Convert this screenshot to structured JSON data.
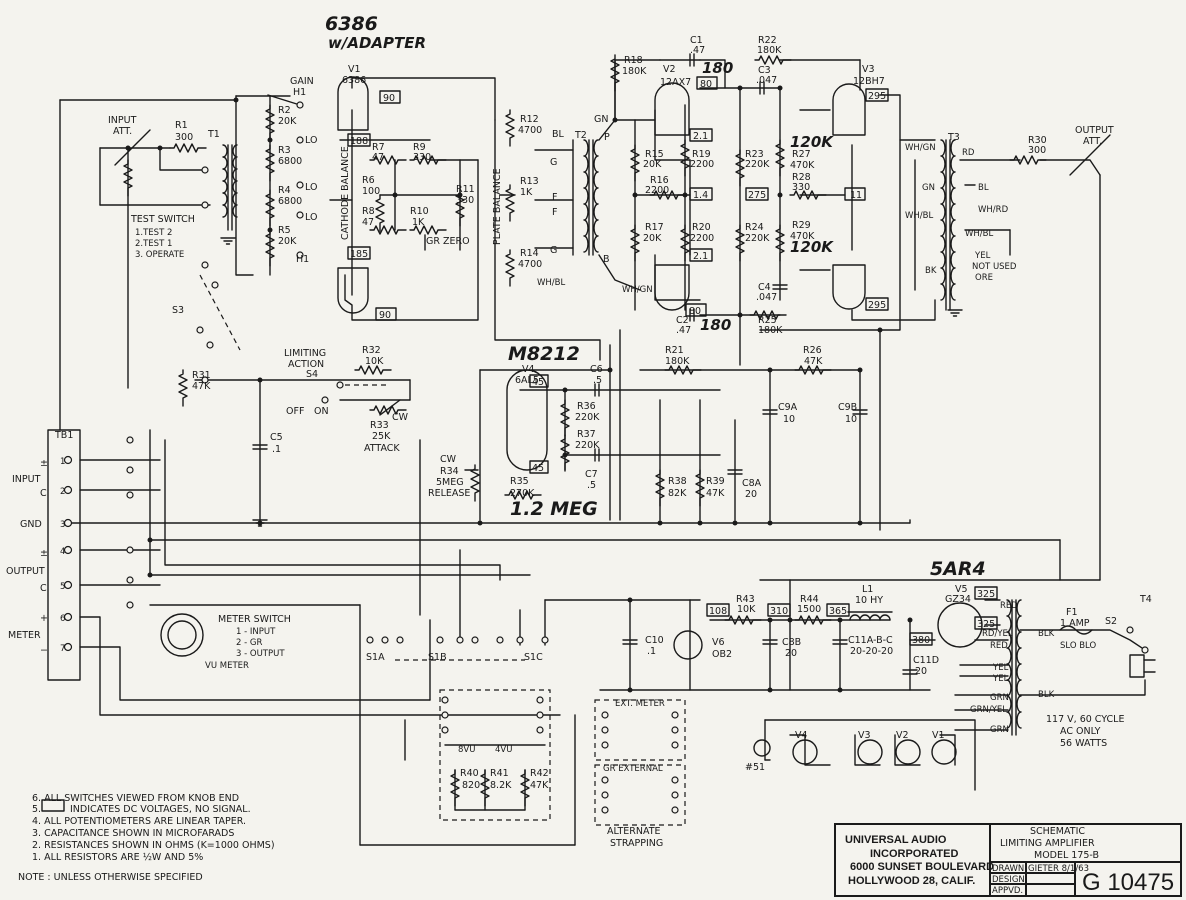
{
  "handwritten": {
    "v1_tube": "6386",
    "v1_adapter": "w/ADAPTER",
    "v2_voltage": "180",
    "v4_tube": "M8212",
    "r35_value": "1.2 MEG",
    "v5_tube": "5AR4",
    "r27_value": "120K",
    "r29_value": "120K",
    "c2_voltage": "180"
  },
  "tubes": {
    "v1": {
      "ref": "V1",
      "type": "6386"
    },
    "v2": {
      "ref": "V2",
      "type": "12AX7"
    },
    "v3": {
      "ref": "V3",
      "type": "12BH7"
    },
    "v4": {
      "ref": "V4",
      "type": "6AL5"
    },
    "v5": {
      "ref": "V5",
      "type": "GZ34"
    },
    "v6": {
      "ref": "V6",
      "type": "OB2"
    }
  },
  "resistors": {
    "r1": [
      "R1",
      "300"
    ],
    "r2": [
      "R2",
      "20K"
    ],
    "r3": [
      "R3",
      "6800"
    ],
    "r4": [
      "R4",
      "6800"
    ],
    "r5": [
      "R5",
      "20K"
    ],
    "r6": [
      "R6",
      "100"
    ],
    "r7": [
      "R7",
      "47"
    ],
    "r8": [
      "R8",
      "47"
    ],
    "r9": [
      "R9",
      "330"
    ],
    "r10": [
      "R10",
      "1K"
    ],
    "r11": [
      "R11",
      "330"
    ],
    "r12": [
      "R12",
      "4700"
    ],
    "r13": [
      "R13",
      "1K"
    ],
    "r14": [
      "R14",
      "4700"
    ],
    "r15": [
      "R15",
      "20K"
    ],
    "r16": [
      "R16",
      "2200"
    ],
    "r17": [
      "R17",
      "20K"
    ],
    "r18": [
      "R18",
      "180K"
    ],
    "r19": [
      "R19",
      "2200"
    ],
    "r20": [
      "R20",
      "2200"
    ],
    "r21": [
      "R21",
      "180K"
    ],
    "r22": [
      "R22",
      "180K"
    ],
    "r23": [
      "R23",
      "220K"
    ],
    "r24": [
      "R24",
      "220K"
    ],
    "r25": [
      "R25",
      "180K"
    ],
    "r26": [
      "R26",
      "47K"
    ],
    "r27": [
      "R27",
      "470K"
    ],
    "r28": [
      "R28",
      "330"
    ],
    "r29": [
      "R29",
      "470K"
    ],
    "r30": [
      "R30",
      "300"
    ],
    "r31": [
      "R31",
      "47K"
    ],
    "r32": [
      "R32",
      "10K"
    ],
    "r33": [
      "R33",
      "25K"
    ],
    "r34": [
      "R34",
      "5MEG"
    ],
    "r35": [
      "R35",
      "270K"
    ],
    "r36": [
      "R36",
      "220K"
    ],
    "r37": [
      "R37",
      "220K"
    ],
    "r38": [
      "R38",
      "82K"
    ],
    "r39": [
      "R39",
      "47K"
    ],
    "r40": [
      "R40",
      "820"
    ],
    "r41": [
      "R41",
      "8.2K"
    ],
    "r42": [
      "R42",
      "47K"
    ],
    "r43": [
      "R43",
      "10K"
    ],
    "r44": [
      "R44",
      "1500"
    ]
  },
  "capacitors": {
    "c1": [
      "C1",
      ".47"
    ],
    "c2": [
      "C2",
      ".47"
    ],
    "c3": [
      "C3",
      ".047"
    ],
    "c4": [
      "C4",
      ".047"
    ],
    "c5": [
      "C5",
      ".1"
    ],
    "c6": [
      "C6",
      ".5"
    ],
    "c7": [
      "C7",
      ".5"
    ],
    "c8a": [
      "C8A",
      "20"
    ],
    "c8b": [
      "C8B",
      "20"
    ],
    "c9a": [
      "C9A",
      "10"
    ],
    "c9b": [
      "C9B",
      "10"
    ],
    "c10": [
      "C10",
      ".1"
    ],
    "c11": [
      "C11A-B-C",
      "20-20-20"
    ],
    "c11d": [
      "C11D",
      "20"
    ]
  },
  "voltages": [
    "90",
    "188",
    "185",
    "90",
    "80",
    "2.1",
    "1.4",
    "2.1",
    "80",
    "275",
    "295",
    "11",
    "295",
    "45",
    "45",
    "108",
    "310",
    "365",
    "380",
    "325",
    "325"
  ],
  "labels": {
    "gain": "GAIN",
    "h1": "H1",
    "lo": "LO",
    "input_att": "INPUT",
    "att": "ATT.",
    "cathode_balance": "CATHODE BALANCE",
    "plate_balance": "PLATE BALANCE",
    "gr_zero": "GR ZERO",
    "test_switch": "TEST SWITCH",
    "test_1": "1.TEST 2",
    "test_2": "2.TEST 1",
    "test_3": "3. OPERATE",
    "s3": "S3",
    "limiting": "LIMITING",
    "action": "ACTION",
    "s4": "S4",
    "off": "OFF",
    "on": "ON",
    "cw": "CW",
    "attack": "ATTACK",
    "release": "RELEASE",
    "output_att": "OUTPUT",
    "t1": "T1",
    "t2": "T2",
    "t3": "T3",
    "t4": "T4",
    "bl": "BL",
    "g": "G",
    "f": "F",
    "p": "P",
    "b": "B",
    "gn": "GN",
    "whbl": "WH/BL",
    "whgn": "WH/GN",
    "rd": "RD",
    "whrd": "WH/RD",
    "bk": "BK",
    "yel": "YEL",
    "not_used": "NOT USED",
    "ore": "ORE",
    "l1": "L1",
    "l1_val": "10 HY",
    "f1": "F1",
    "f1_val": "1 AMP",
    "f1_type": "SLO BLO",
    "s2": "S2",
    "red": "RED",
    "rdyel": "RD/YEL",
    "grn": "GRN",
    "grnyel": "GRN/YEL",
    "blk": "BLK",
    "power1": "117 V, 60 CYCLE",
    "power2": "AC ONLY",
    "power3": "56 WATTS",
    "lamp": "#51"
  },
  "terminal_block": {
    "name": "TB1",
    "rows": [
      {
        "num": "1",
        "sym": "±"
      },
      {
        "num": "2",
        "sym": "C"
      },
      {
        "num": "3",
        "sym": ""
      },
      {
        "num": "4",
        "sym": "±"
      },
      {
        "num": "5",
        "sym": "C"
      },
      {
        "num": "6",
        "sym": "+"
      },
      {
        "num": "7",
        "sym": "−"
      }
    ],
    "input": "INPUT",
    "gnd": "GND",
    "output": "OUTPUT",
    "meter": "METER"
  },
  "meter_switch": {
    "title": "METER SWITCH",
    "opt1": "1 - INPUT",
    "opt2": "2 - GR",
    "opt3": "3 - OUTPUT",
    "meter": "VU METER",
    "s1a": "S1A",
    "s1b": "S1B",
    "s1c": "S1C",
    "vu8": "8VU",
    "vu4": "4VU"
  },
  "strapping": {
    "ext_meter": "EXT. METER",
    "gr_external": "GR EXTERNAL",
    "line1": "ALTERNATE",
    "line2": "STRAPPING"
  },
  "notes": {
    "n6": "6. ALL SWITCHES VIEWED FROM KNOB END",
    "n5": "INDICATES DC VOLTAGES, NO SIGNAL.",
    "n5_num": "5.",
    "n4": "4. ALL POTENTIOMETERS ARE LINEAR TAPER.",
    "n3": "3. CAPACITANCE SHOWN IN MICROFARADS",
    "n2": "2. RESISTANCES SHOWN IN OHMS (K=1000 OHMS)",
    "n1": "1. ALL RESISTORS ARE ½W AND 5%",
    "note": "NOTE : UNLESS OTHERWISE SPECIFIED"
  },
  "title_block": {
    "company1": "UNIVERSAL AUDIO",
    "company2": "INCORPORATED",
    "address1": "6000 SUNSET BOULEVARD",
    "address2": "HOLLYWOOD 28, CALIF.",
    "title1": "SCHEMATIC",
    "title2": "LIMITING AMPLIFIER",
    "title3": "MODEL 175-B",
    "drawn": "DRAWN",
    "drawn_by": "GIETER 8/1/63",
    "design": "DESIGN",
    "appvd": "APPVD.",
    "number": "G 10475"
  }
}
